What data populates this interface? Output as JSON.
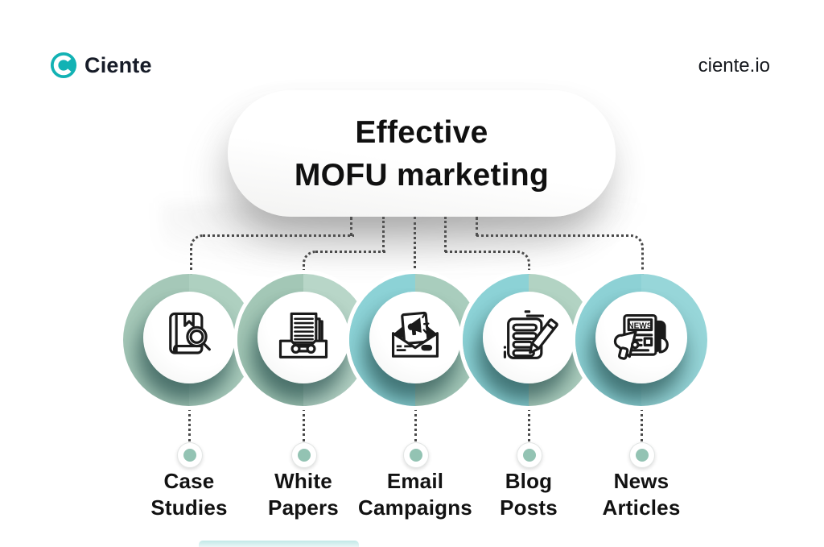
{
  "brand": {
    "logo_text": "Ciente",
    "website": "ciente.io",
    "logo_color": "#12b2b4"
  },
  "title": {
    "line1": "Effective",
    "line2": "MOFU marketing"
  },
  "items": [
    {
      "id": "case-studies",
      "label_lines": [
        "Case",
        "Studies"
      ],
      "icon": "book-magnifier-icon",
      "ring_colors": [
        "#a5c8b8",
        "#aed0c0"
      ]
    },
    {
      "id": "white-papers",
      "label_lines": [
        "White",
        "Papers"
      ],
      "icon": "document-tray-icon",
      "ring_colors": [
        "#a3c7b6",
        "#b8d6c8"
      ]
    },
    {
      "id": "email-campaigns",
      "label_lines": [
        "Email",
        "Campaigns"
      ],
      "icon": "envelope-megaphone-icon",
      "ring_colors": [
        "#8cd2d6",
        "#a9cdbd"
      ]
    },
    {
      "id": "blog-posts",
      "label_lines": [
        "Blog",
        "Posts"
      ],
      "icon": "note-pencil-icon",
      "ring_colors": [
        "#8cd2d6",
        "#b2d3c3"
      ]
    },
    {
      "id": "news-articles",
      "label_lines": [
        "News",
        "Articles"
      ],
      "icon": "newspaper-megaphone-icon",
      "ring_colors": [
        "#8dd1d5",
        "#97d6d9"
      ],
      "news_text": "NEWS"
    }
  ],
  "colors": {
    "teal_ring": "#8dd1d5",
    "sage_ring": "#a5c8b8",
    "marker_dot": "#93c3b3",
    "connector": "#4a4a4a",
    "text": "#121212",
    "background": "#ffffff"
  }
}
